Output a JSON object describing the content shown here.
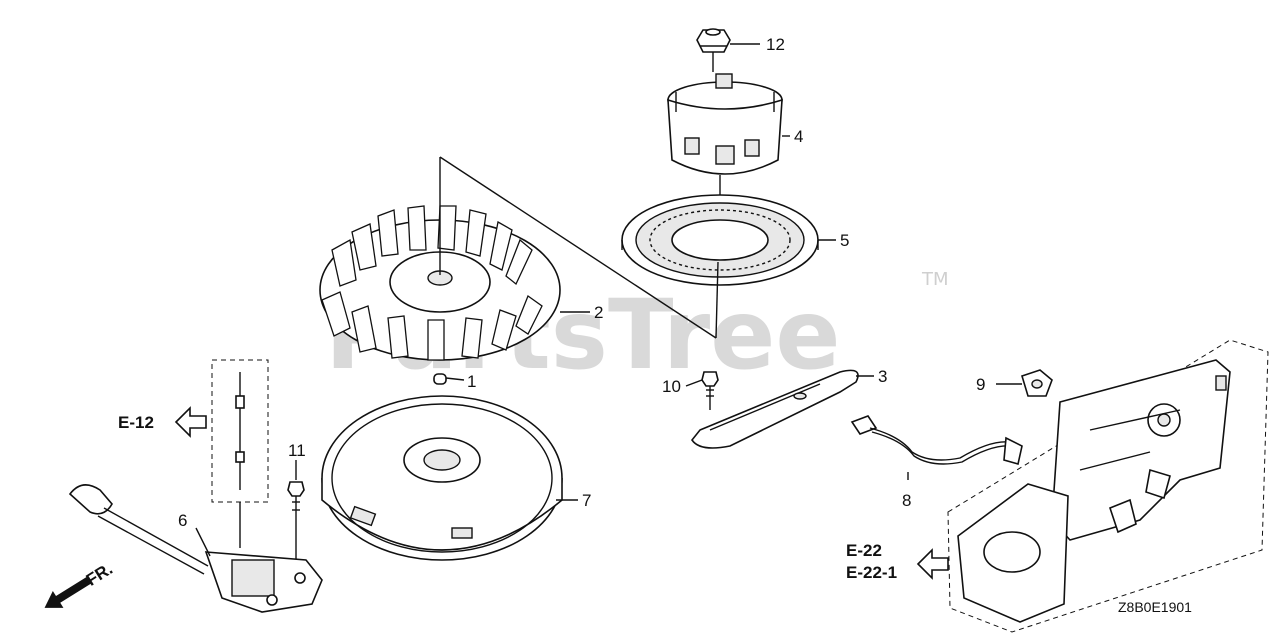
{
  "diagram": {
    "watermark": "PartsTree",
    "watermark_mark": "TM",
    "drawing_code": "Z8B0E1901",
    "front_marker": "FR.",
    "callouts": [
      {
        "id": "1",
        "label": "1"
      },
      {
        "id": "2",
        "label": "2"
      },
      {
        "id": "3",
        "label": "3"
      },
      {
        "id": "4",
        "label": "4"
      },
      {
        "id": "5",
        "label": "5"
      },
      {
        "id": "6",
        "label": "6"
      },
      {
        "id": "7",
        "label": "7"
      },
      {
        "id": "8",
        "label": "8"
      },
      {
        "id": "9",
        "label": "9"
      },
      {
        "id": "10",
        "label": "10"
      },
      {
        "id": "11",
        "label": "11"
      },
      {
        "id": "12",
        "label": "12"
      }
    ],
    "references": {
      "left": "E-12",
      "right_1": "E-22",
      "right_2": "E-22-1"
    }
  }
}
